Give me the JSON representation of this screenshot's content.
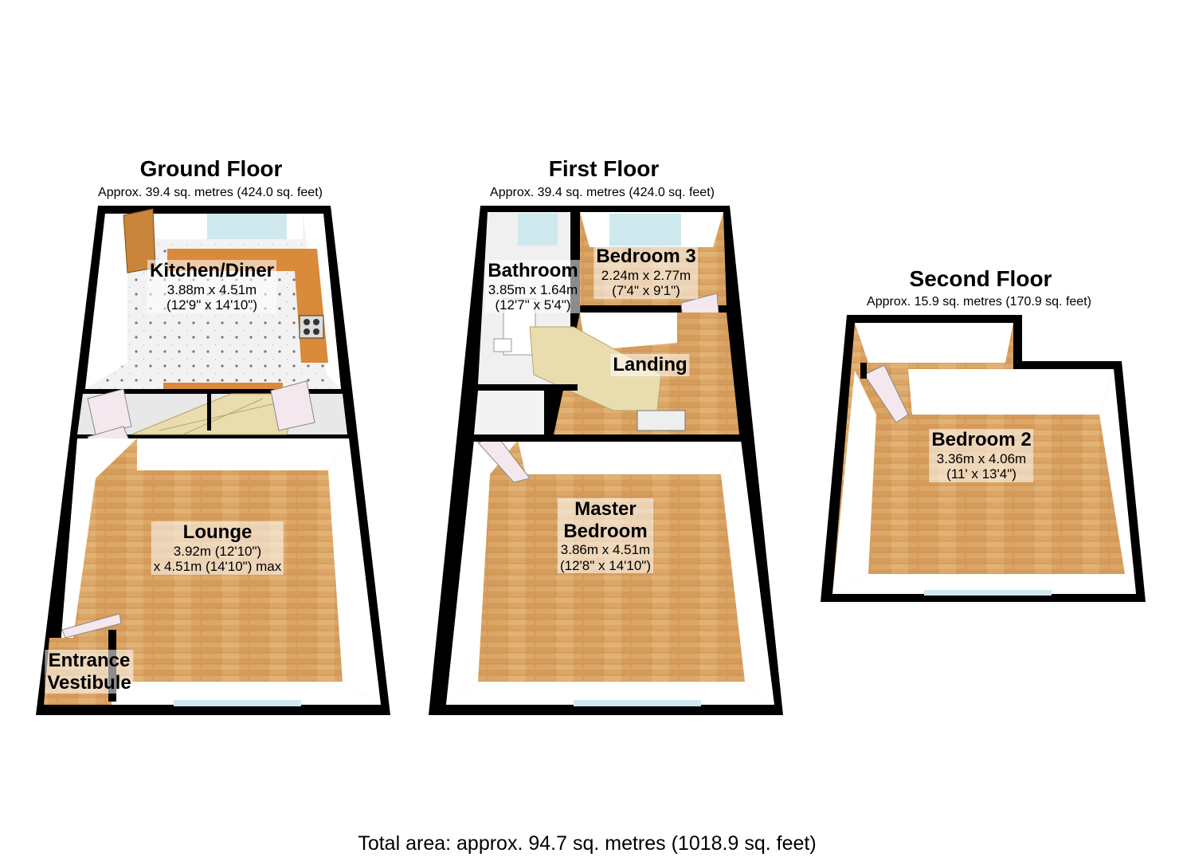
{
  "floors": [
    {
      "title": "Ground Floor",
      "area": "Approx. 39.4 sq. metres (424.0 sq. feet)",
      "rooms": [
        {
          "name": "Kitchen/Diner",
          "dims": [
            "3.88m x 4.51m",
            "(12'9\" x 14'10\")"
          ]
        },
        {
          "name": "Lounge",
          "dims": [
            "3.92m (12'10\")",
            "x 4.51m (14'10\") max"
          ]
        },
        {
          "name": "Entrance",
          "name2": "Vestibule",
          "dims": []
        }
      ]
    },
    {
      "title": "First Floor",
      "area": "Approx. 39.4 sq. metres (424.0 sq. feet)",
      "rooms": [
        {
          "name": "Bathroom",
          "dims": [
            "3.85m x 1.64m",
            "(12'7\" x 5'4\")"
          ]
        },
        {
          "name": "Bedroom 3",
          "dims": [
            "2.24m x 2.77m",
            "(7'4\" x 9'1\")"
          ]
        },
        {
          "name": "Landing",
          "dims": []
        },
        {
          "name": "Master",
          "name2": "Bedroom",
          "dims": [
            "3.86m x 4.51m",
            "(12'8\" x 14'10\")"
          ]
        }
      ]
    },
    {
      "title": "Second Floor",
      "area": "Approx. 15.9 sq. metres (170.9 sq. feet)",
      "rooms": [
        {
          "name": "Bedroom 2",
          "dims": [
            "3.36m x 4.06m",
            "(11' x 13'4\")"
          ]
        }
      ]
    }
  ],
  "total": "Total area: approx. 94.7 sq. metres (1018.9 sq. feet)",
  "colors": {
    "wall": "#000000",
    "floor_wood": "#d9a463",
    "floor_tile": "#eeeeee",
    "inner_wall": "#ffffff",
    "worktop": "#d98a3a",
    "window": "#cfe8ee"
  }
}
